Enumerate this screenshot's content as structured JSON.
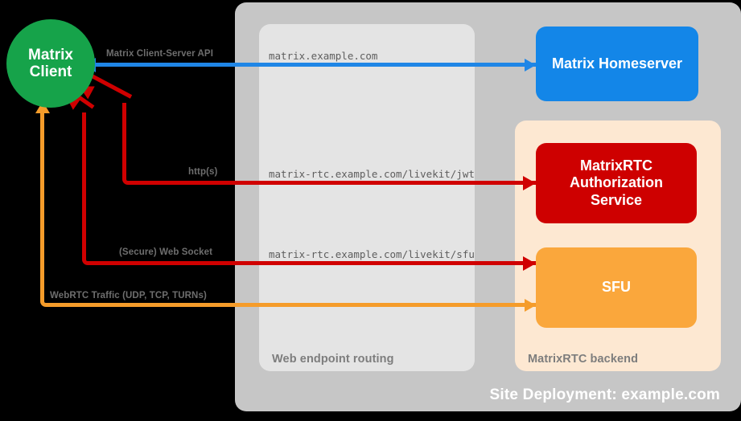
{
  "diagram": {
    "title": "Site Deployment: example.com",
    "panels": [
      {
        "key": "site",
        "label": "Site Deployment: example.com",
        "color": "#c6c6c6"
      },
      {
        "key": "web",
        "label": "Web endpoint routing",
        "color": "#e4e4e4"
      },
      {
        "key": "backend",
        "label": "MatrixRTC backend",
        "color": "#fde8d2"
      }
    ],
    "nodes": [
      {
        "key": "client",
        "label_line1": "Matrix",
        "label_line2": "Client",
        "shape": "circle",
        "color": "#16a34a"
      },
      {
        "key": "homeserver",
        "label": "Matrix Homeserver",
        "shape": "box",
        "color": "#1386e8"
      },
      {
        "key": "auth",
        "label": "MatrixRTC Authorization Service",
        "label_line1": "MatrixRTC",
        "label_line2": "Authorization",
        "label_line3": "Service",
        "shape": "box",
        "color": "#ce0000"
      },
      {
        "key": "sfu",
        "label": "SFU",
        "shape": "box",
        "color": "#faa73c"
      }
    ],
    "links": [
      {
        "key": "cs-api",
        "protocol_label": "Matrix Client-Server API",
        "url_label": "matrix.example.com",
        "color": "#1f86e6",
        "from": "client",
        "to": "homeserver",
        "direction": "bidirectional"
      },
      {
        "key": "jwt",
        "protocol_label": "http(s)",
        "url_label": "matrix-rtc.example.com/livekit/jwt",
        "color": "#d00000",
        "from": "client",
        "to": "auth",
        "direction": "bidirectional"
      },
      {
        "key": "sfu-ws",
        "protocol_label": "(Secure) Web Socket",
        "url_label": "matrix-rtc.example.com/livekit/sfu",
        "color": "#d00000",
        "from": "client",
        "to": "sfu",
        "direction": "bidirectional"
      },
      {
        "key": "webrtc",
        "protocol_label": "WebRTC Traffic (UDP, TCP, TURNs)",
        "url_label": "",
        "color": "#f59c2a",
        "from": "client",
        "to": "sfu",
        "direction": "bidirectional"
      }
    ]
  }
}
